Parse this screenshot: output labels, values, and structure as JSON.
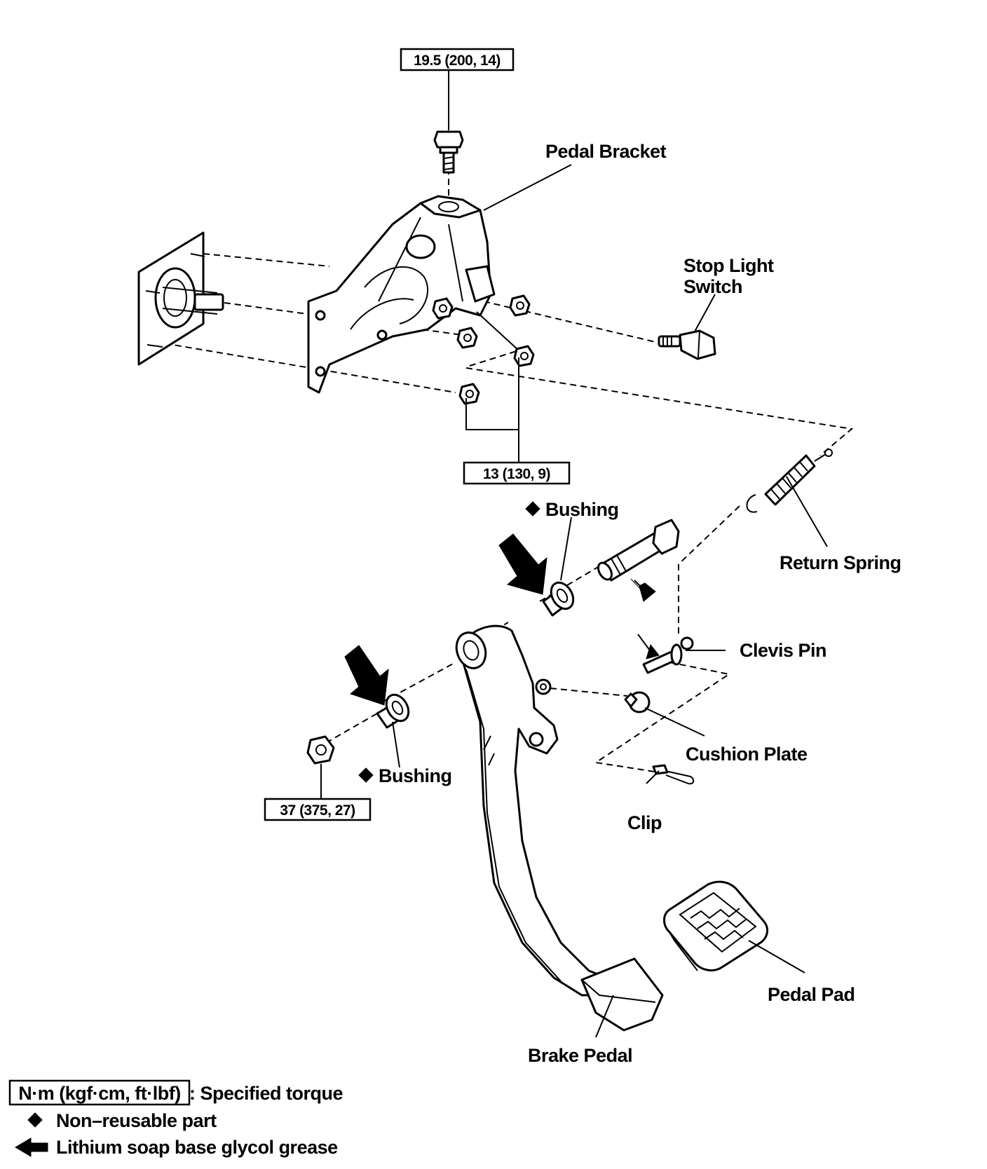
{
  "labels": {
    "pedal_bracket": "Pedal Bracket",
    "stop_light_switch_line1": "Stop Light",
    "stop_light_switch_line2": "Switch",
    "bushing_upper": "Bushing",
    "bushing_lower": "Bushing",
    "return_spring": "Return Spring",
    "clevis_pin": "Clevis Pin",
    "cushion_plate": "Cushion Plate",
    "clip": "Clip",
    "pedal_pad": "Pedal Pad",
    "brake_pedal": "Brake Pedal"
  },
  "torques": {
    "bracket_bolt": "19.5 (200, 14)",
    "bracket_nuts": "13 (130, 9)",
    "pivot_nut": "37 (375, 27)"
  },
  "legend": {
    "torque_units": "N·m (kgf·cm, ft·lbf)",
    "torque_desc": ": Specified torque",
    "nonreusable_desc": "Non–reusable part",
    "grease_desc": "Lithium soap base glycol grease"
  },
  "icons": {
    "non_reusable": "diamond-icon",
    "grease": "arrow-left-icon"
  }
}
